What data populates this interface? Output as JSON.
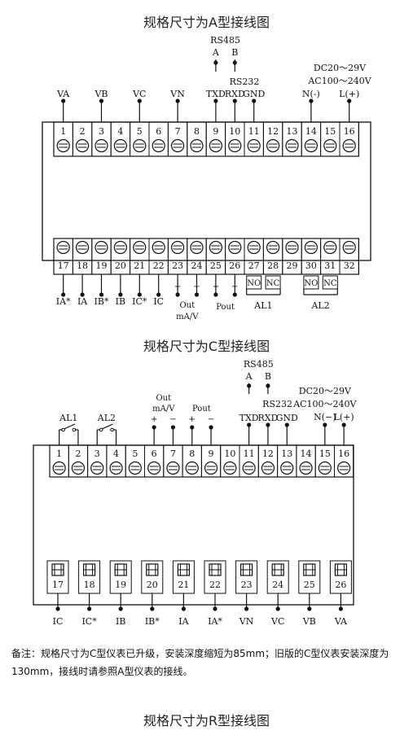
{
  "diagram_a": {
    "title": "规格尺寸为A型接线图",
    "top_terminals": [
      "1",
      "2",
      "3",
      "4",
      "5",
      "6",
      "7",
      "8",
      "9",
      "10",
      "11",
      "12",
      "13",
      "14",
      "15",
      "16"
    ],
    "bottom_terminals": [
      "17",
      "18",
      "19",
      "20",
      "21",
      "22",
      "23",
      "24",
      "25",
      "26",
      "27",
      "28",
      "29",
      "30",
      "31",
      "32"
    ],
    "top_labels": [
      {
        "t": "VA",
        "i": 0
      },
      {
        "t": "VB",
        "i": 2
      },
      {
        "t": "VC",
        "i": 4
      },
      {
        "t": "VN",
        "i": 6
      },
      {
        "t": "TXD",
        "i": 8
      },
      {
        "t": "RXD",
        "i": 9
      },
      {
        "t": "GND",
        "i": 10
      },
      {
        "t": "N(-)",
        "i": 13
      },
      {
        "t": "L(+)",
        "i": 15
      }
    ],
    "rs485": "RS485",
    "rs485_a": "A",
    "rs485_b": "B",
    "rs232": "RS232",
    "power_dc": "DC20～29V",
    "power_ac": "AC100～240V",
    "bottom_labels": [
      {
        "t": "IA*",
        "i": 0
      },
      {
        "t": "IA",
        "i": 1
      },
      {
        "t": "IB*",
        "i": 2
      },
      {
        "t": "IB",
        "i": 3
      },
      {
        "t": "IC*",
        "i": 4
      },
      {
        "t": "IC",
        "i": 5
      }
    ],
    "out_plus": "+",
    "out_minus": "−",
    "out_label": "Out",
    "out_unit": "mA/V",
    "pout_plus": "+",
    "pout_minus": "−",
    "pout_label": "Pout",
    "no": "NO",
    "nc": "NC",
    "al1": "AL1",
    "al2": "AL2"
  },
  "diagram_c": {
    "title": "规格尺寸为C型接线图",
    "top_terminals": [
      "1",
      "2",
      "3",
      "4",
      "5",
      "6",
      "7",
      "8",
      "9",
      "10",
      "11",
      "12",
      "13",
      "14",
      "15",
      "16"
    ],
    "bottom_terminals": [
      "17",
      "18",
      "19",
      "20",
      "21",
      "22",
      "23",
      "24",
      "25",
      "26"
    ],
    "al1": "AL1",
    "al2": "AL2",
    "out_label": "Out",
    "out_unit": "mA/V",
    "out_plus": "+",
    "out_minus": "−",
    "pout_label": "Pout",
    "pout_plus": "+",
    "pout_minus": "−",
    "rs485": "RS485",
    "rs485_a": "A",
    "rs485_b": "B",
    "rs232": "RS232",
    "txd": "TXD",
    "rxd": "RXD",
    "gnd": "GND",
    "power_dc": "DC20～29V",
    "power_ac": "AC100～240V",
    "power_n": "N(−)",
    "power_l": "L(+)",
    "bottom_labels": [
      "IC",
      "IC*",
      "IB",
      "IB*",
      "IA",
      "IA*",
      "VN",
      "VC",
      "VB",
      "VA"
    ]
  },
  "note": "备注：规格尺寸为C型仪表已升级，安装深度缩短为85mm；旧版的C型仪表安装深度为130mm，接线时请参照A型仪表的接线。",
  "diagram_r": {
    "title": "规格尺寸为R型接线图"
  }
}
